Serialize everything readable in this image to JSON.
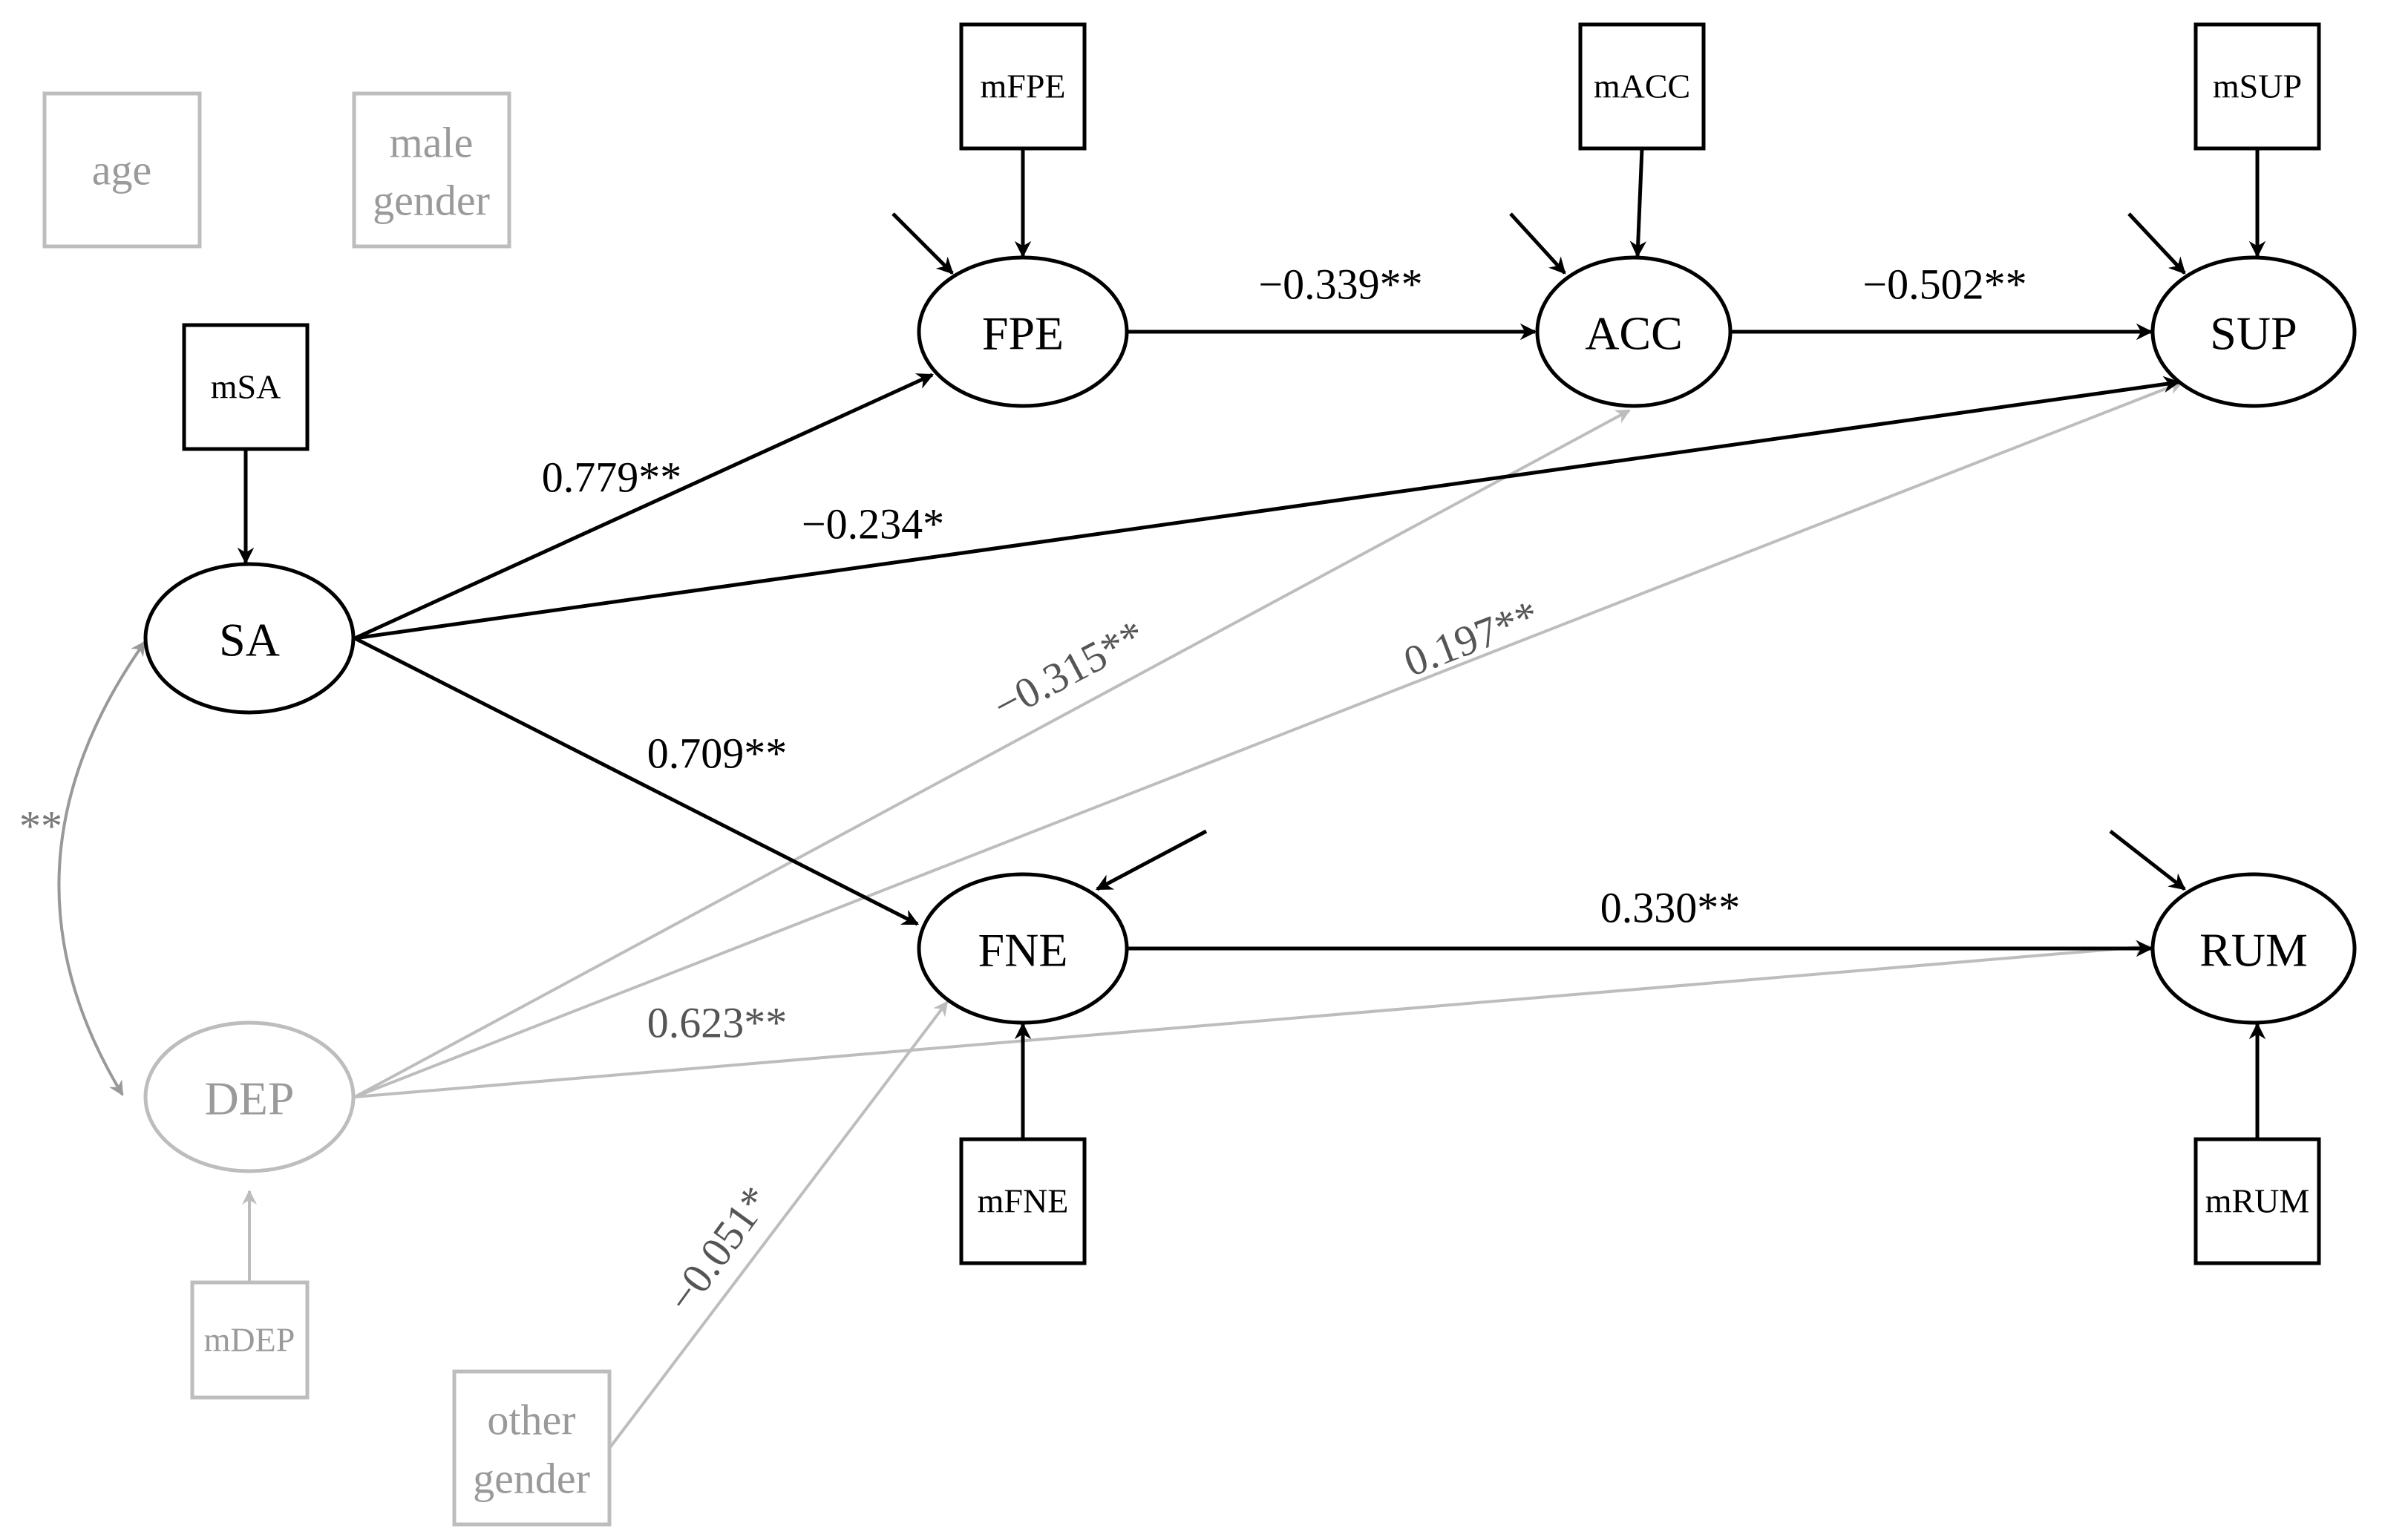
{
  "colors": {
    "main": "#000000",
    "muted": "#bdbdbd",
    "muted_text": "#9a9a9a",
    "curve": "#999999"
  },
  "controls": {
    "age": [
      "age"
    ],
    "male_gender": [
      "male",
      "gender"
    ],
    "other_gender": [
      "other",
      "gender"
    ]
  },
  "latents": {
    "sa": "SA",
    "fpe": "FPE",
    "acc": "ACC",
    "sup": "SUP",
    "fne": "FNE",
    "rum": "RUM",
    "dep": "DEP"
  },
  "indicators": {
    "msa": "mSA",
    "mfpe": "mFPE",
    "macc": "mACC",
    "msup": "mSUP",
    "mfne": "mFNE",
    "mrum": "mRUM",
    "mdep": "mDEP"
  },
  "coefficients": {
    "sa_fpe": "0.779**",
    "sa_sup": "−0.234*",
    "sa_fne": "0.709**",
    "fpe_acc": "−0.339**",
    "acc_sup": "−0.502**",
    "fne_rum": "0.330**",
    "dep_acc": "−0.315**",
    "dep_sup": "0.197**",
    "dep_rum": "0.623**",
    "other_fne": "−0.051*",
    "sa_dep_cov": "**"
  }
}
